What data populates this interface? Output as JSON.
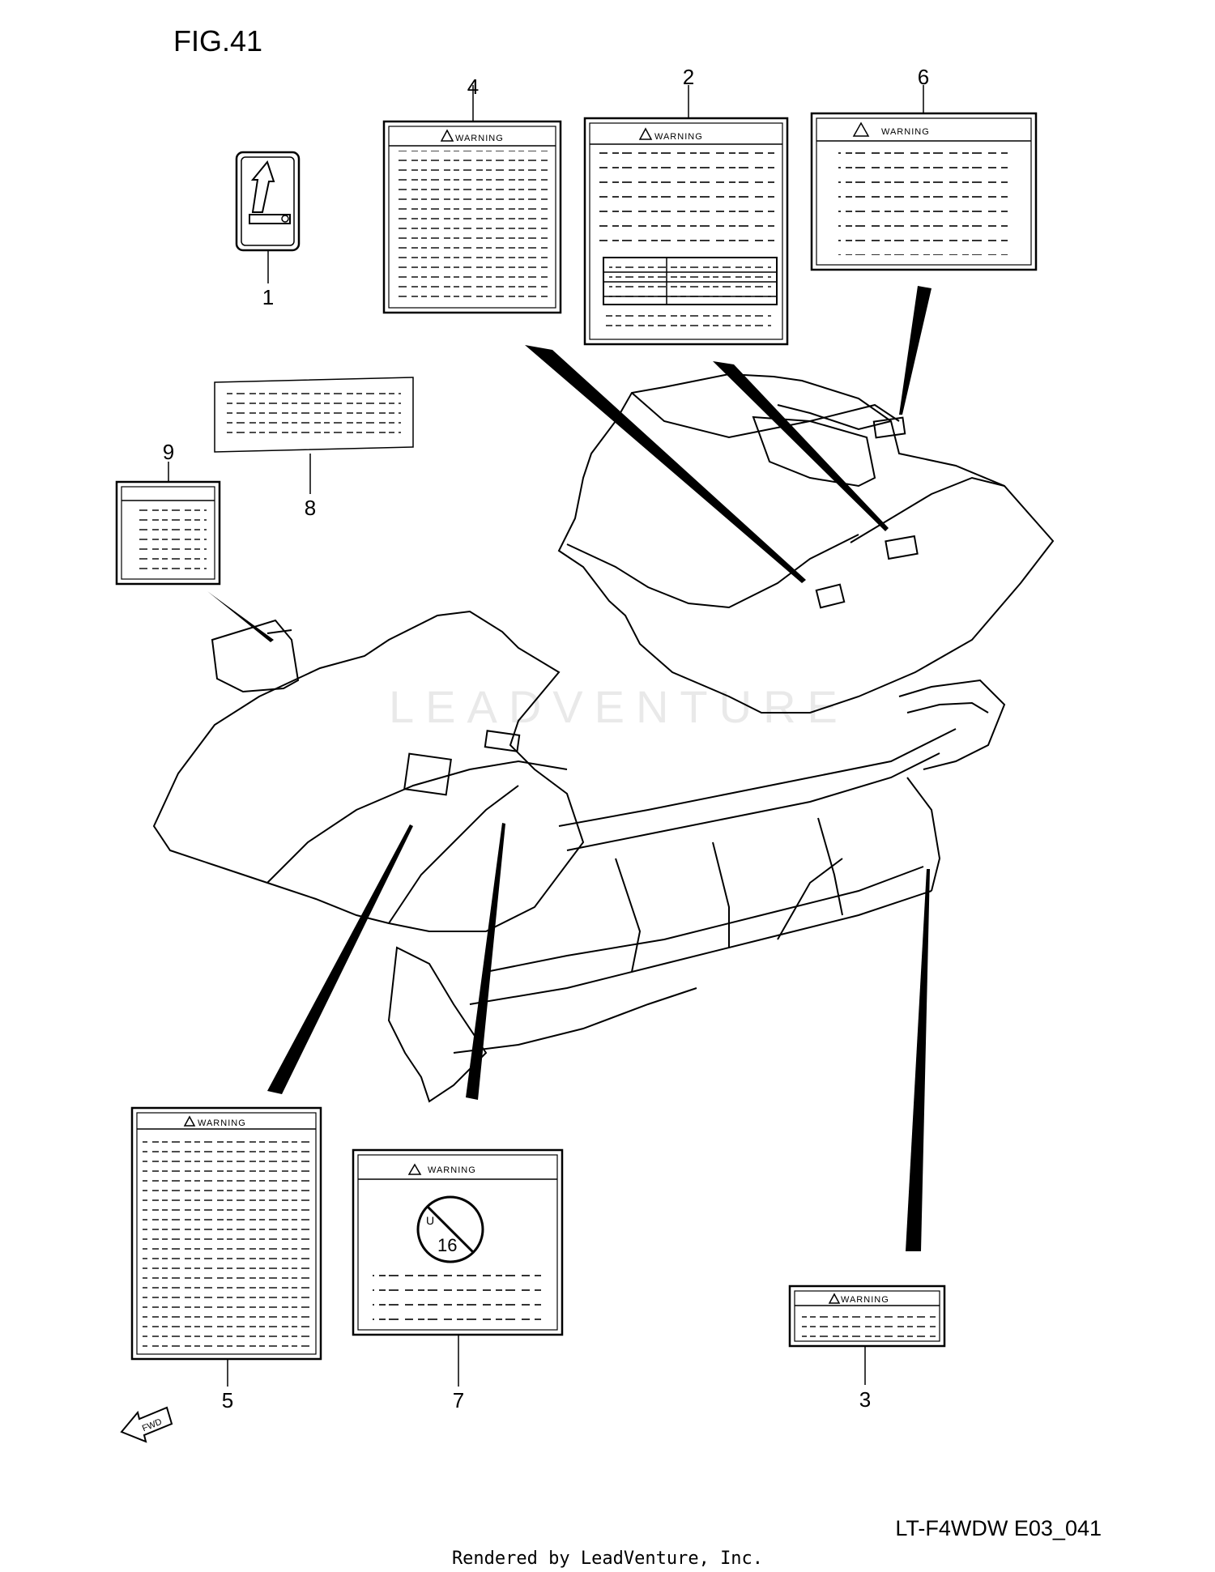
{
  "figure": {
    "title": "FIG.41",
    "model_code": "LT-F4WDW E03_041",
    "credit": "Rendered by LeadVenture, Inc.",
    "watermark": "LEADVENTURE"
  },
  "callouts": [
    "1",
    "2",
    "3",
    "4",
    "5",
    "6",
    "7",
    "8",
    "9"
  ],
  "label_heading": "WARNING",
  "direction_marker": "FWD",
  "icon_names": [
    "warning-triangle-icon",
    "fwd-arrow-icon",
    "no-under-16-icon",
    "shift-arrow-icon"
  ]
}
